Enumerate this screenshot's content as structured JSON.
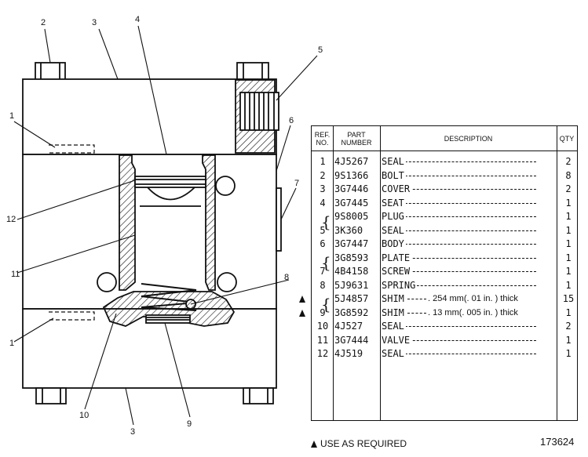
{
  "callouts": {
    "c1a": "1",
    "c2": "2",
    "c3a": "3",
    "c4": "4",
    "c5": "5",
    "c6": "6",
    "c7": "7",
    "c12": "12",
    "c11": "11",
    "c8": "8",
    "c1b": "1",
    "c10": "10",
    "c3b": "3",
    "c9": "9"
  },
  "table": {
    "headers": {
      "ref": "REF.\nNO.",
      "part": "PART\nNUMBER",
      "desc": "DESCRIPTION",
      "qty": "QTY"
    },
    "rows": [
      {
        "ref": "1",
        "part": "4J5267",
        "desc": "SEAL",
        "qty": "2"
      },
      {
        "ref": "2",
        "part": "9S1366",
        "desc": "BOLT",
        "qty": "8"
      },
      {
        "ref": "3",
        "part": "3G7446",
        "desc": "COVER",
        "qty": "2"
      },
      {
        "ref": "4",
        "part": "3G7445",
        "desc": "SEAT",
        "qty": "1"
      },
      {
        "ref": "",
        "part": "9S8005",
        "desc": "PLUG",
        "qty": "1"
      },
      {
        "ref": "5",
        "part": "3K360",
        "desc": "SEAL",
        "qty": "1"
      },
      {
        "ref": "6",
        "part": "3G7447",
        "desc": "BODY",
        "qty": "1"
      },
      {
        "ref": "",
        "part": "3G8593",
        "desc": "PLATE",
        "qty": "1"
      },
      {
        "ref": "7",
        "part": "4B4158",
        "desc": "SCREW",
        "qty": "1"
      },
      {
        "ref": "8",
        "part": "5J9631",
        "desc": "SPRING",
        "qty": "1"
      },
      {
        "ref": "",
        "part": "5J4857",
        "desc": "SHIM",
        "note": ". 254 mm(. 01 in. ) thick",
        "qty": "15"
      },
      {
        "ref": "9",
        "part": "3G8592",
        "desc": "SHIM",
        "note": ". 13 mm(. 005 in. ) thick",
        "qty": "1"
      },
      {
        "ref": "10",
        "part": "4J527",
        "desc": "SEAL",
        "qty": "2"
      },
      {
        "ref": "11",
        "part": "3G7444",
        "desc": "VALVE",
        "qty": "1"
      },
      {
        "ref": "12",
        "part": "4J519",
        "desc": "SEAL",
        "qty": "1"
      }
    ]
  },
  "footer": {
    "note": "USE AS REQUIRED",
    "drawing_number": "173624"
  }
}
